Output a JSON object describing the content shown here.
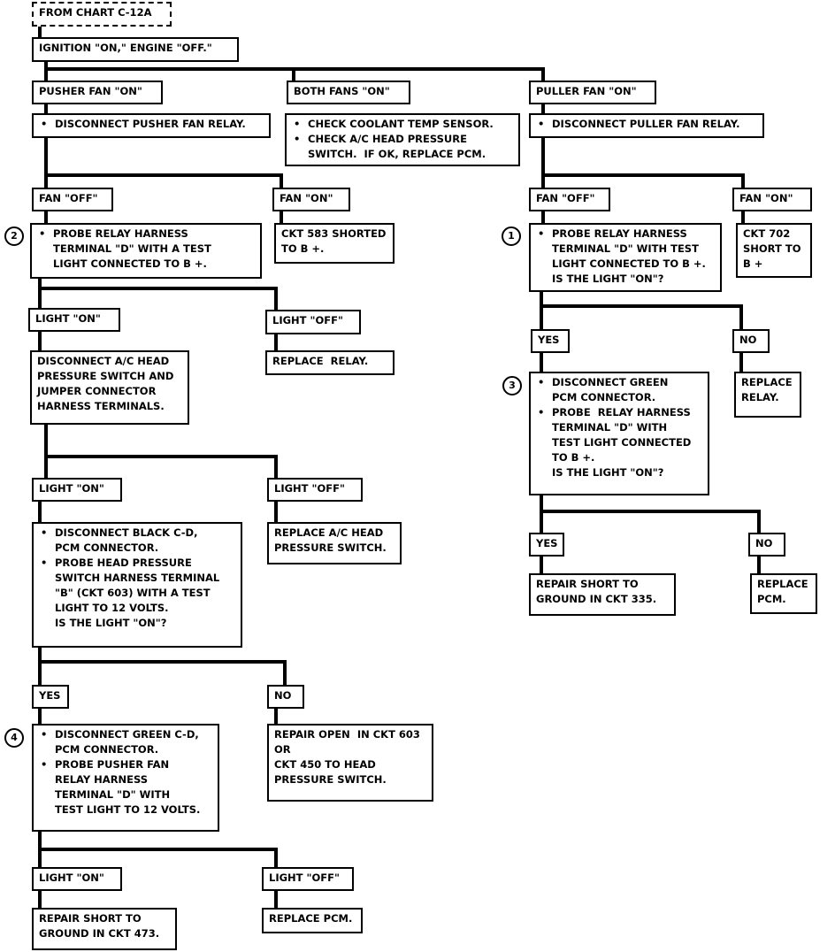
{
  "diagram": {
    "boxes": {
      "from_chart": {
        "lines": [
          "FROM CHART C-12A"
        ]
      },
      "ignition": {
        "lines": [
          "IGNITION \"ON,\" ENGINE \"OFF.\""
        ]
      },
      "pusher_fan_on": {
        "lines": [
          "PUSHER FAN \"ON\""
        ]
      },
      "both_fans_on": {
        "lines": [
          "BOTH FANS \"ON\""
        ]
      },
      "puller_fan_on": {
        "lines": [
          "PULLER FAN \"ON\""
        ]
      },
      "disconnect_pusher_relay": {
        "bullets": [
          "DISCONNECT PUSHER FAN RELAY."
        ]
      },
      "check_coolant": {
        "bullets": [
          "CHECK COOLANT TEMP SENSOR.",
          "CHECK A/C HEAD PRESSURE\nSWITCH.  IF OK, REPLACE PCM."
        ]
      },
      "disconnect_puller_relay": {
        "bullets": [
          "DISCONNECT PULLER FAN RELAY."
        ]
      },
      "left_fan_off": {
        "lines": [
          "FAN \"OFF\""
        ]
      },
      "left_fan_on": {
        "lines": [
          "FAN \"ON\""
        ]
      },
      "right_fan_off": {
        "lines": [
          "FAN \"OFF\""
        ]
      },
      "right_fan_on": {
        "lines": [
          "FAN \"ON\""
        ]
      },
      "probe_relay_left": {
        "bullets": [
          "PROBE RELAY HARNESS\nTERMINAL \"D\" WITH A TEST\nLIGHT CONNECTED TO B +."
        ]
      },
      "ckt583": {
        "lines": [
          "CKT 583 SHORTED",
          "TO B +."
        ]
      },
      "probe_relay_right": {
        "bullets": [
          "PROBE RELAY HARNESS\nTERMINAL \"D\" WITH TEST\nLIGHT CONNECTED TO B +.\nIS THE LIGHT \"ON\"?"
        ]
      },
      "ckt702": {
        "lines": [
          "CKT 702",
          "SHORT TO",
          "B +"
        ]
      },
      "light_on_1": {
        "lines": [
          "LIGHT \"ON\""
        ]
      },
      "light_off_1": {
        "lines": [
          "LIGHT \"OFF\""
        ]
      },
      "yes_r1": {
        "lines": [
          "YES"
        ]
      },
      "no_r1": {
        "lines": [
          "NO"
        ]
      },
      "disconnect_ac_head": {
        "lines": [
          "DISCONNECT A/C HEAD",
          "PRESSURE SWITCH AND",
          "JUMPER CONNECTOR",
          "HARNESS TERMINALS."
        ]
      },
      "replace_relay_1": {
        "lines": [
          "REPLACE  RELAY."
        ]
      },
      "disconnect_green_pcm": {
        "bullets": [
          "DISCONNECT GREEN\nPCM CONNECTOR.",
          "PROBE  RELAY HARNESS\nTERMINAL \"D\" WITH\nTEST LIGHT CONNECTED\nTO B +.\nIS THE LIGHT \"ON\"?"
        ]
      },
      "replace_relay_2": {
        "lines": [
          "REPLACE",
          "RELAY."
        ]
      },
      "light_on_2": {
        "lines": [
          "LIGHT \"ON\""
        ]
      },
      "light_off_2": {
        "lines": [
          "LIGHT \"OFF\""
        ]
      },
      "disconnect_black": {
        "bullets": [
          "DISCONNECT BLACK C-D,\nPCM CONNECTOR.",
          "PROBE HEAD PRESSURE\nSWITCH HARNESS TERMINAL\n\"B\" (CKT 603) WITH A TEST\nLIGHT TO 12 VOLTS.\nIS THE LIGHT \"ON\"?"
        ]
      },
      "replace_ac_head": {
        "lines": [
          "REPLACE A/C HEAD",
          "PRESSURE SWITCH."
        ]
      },
      "yes_r2": {
        "lines": [
          "YES"
        ]
      },
      "no_r2": {
        "lines": [
          "NO"
        ]
      },
      "repair_short_335": {
        "lines": [
          "REPAIR SHORT TO",
          "GROUND IN CKT 335."
        ]
      },
      "replace_pcm_r": {
        "lines": [
          "REPLACE",
          "PCM."
        ]
      },
      "yes_l": {
        "lines": [
          "YES"
        ]
      },
      "no_l": {
        "lines": [
          "NO"
        ]
      },
      "disconnect_green_cd": {
        "bullets": [
          "DISCONNECT GREEN C-D,\nPCM CONNECTOR.",
          "PROBE PUSHER FAN\nRELAY HARNESS\nTERMINAL \"D\" WITH\nTEST LIGHT TO 12 VOLTS."
        ]
      },
      "repair_open_603": {
        "lines": [
          "REPAIR OPEN  IN CKT 603",
          "OR",
          "CKT 450 TO HEAD",
          "PRESSURE SWITCH."
        ]
      },
      "light_on_3": {
        "lines": [
          "LIGHT \"ON\""
        ]
      },
      "light_off_3": {
        "lines": [
          "LIGHT \"OFF\""
        ]
      },
      "repair_short_473": {
        "lines": [
          "REPAIR SHORT TO",
          "GROUND IN CKT 473."
        ]
      },
      "replace_pcm_l": {
        "lines": [
          "REPLACE PCM."
        ]
      }
    },
    "markers": {
      "m1": "1",
      "m2": "2",
      "m3": "3",
      "m4": "4"
    }
  }
}
